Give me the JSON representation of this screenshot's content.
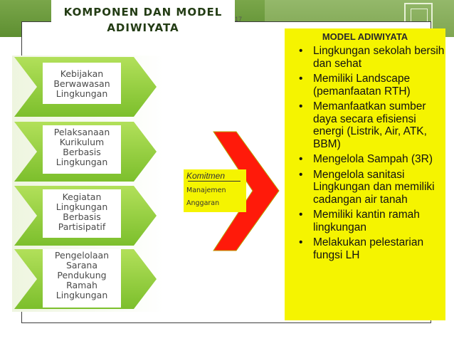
{
  "title": {
    "line1": "KOMPONEN  DAN MODEL",
    "line2": "ADIWIYATA",
    "slide_number": "17"
  },
  "components": [
    "Kebijakan|Berwawasan|Lingkungan",
    "Pelaksanaan|Kurikulum|Berbasis|Lingkungan",
    "Kegiatan|Lingkungan|Berbasis|Partisipatif",
    "Pengelolaan|Sarana|Pendukung|Ramah|Lingkungan"
  ],
  "commitment": {
    "title": "Komitmen",
    "line1": "Manajemen",
    "line2": "Anggaran"
  },
  "model": {
    "title": "MODEL ADIWIYATA",
    "bullet": "•",
    "items": [
      "Lingkungan sekolah bersih dan sehat",
      "Memiliki Landscape (pemanfaatan RTH)",
      "Memanfaatkan sumber daya secara efisiensi energi (Listrik, Air, ATK, BBM)",
      "Mengelola Sampah (3R)",
      "Mengelola sanitasi Lingkungan dan memiliki cadangan air tanah",
      "Memiliki kantin ramah lingkungan",
      "Melakukan pelestarian fungsi LH"
    ]
  },
  "colors": {
    "banner": "#6a9a3c",
    "model_panel": "#f5f400",
    "arrow": "#ff1a0a",
    "chevron": "#93cf3c"
  }
}
